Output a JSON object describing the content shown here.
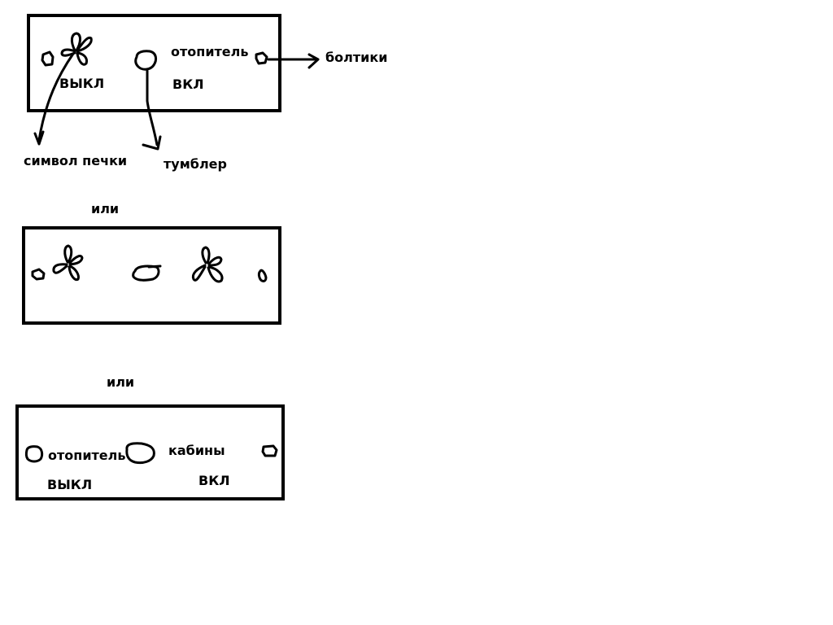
{
  "colors": {
    "ink": "#000000",
    "paper": "#ffffff"
  },
  "panel1": {
    "off_label": "ВЫКЛ",
    "on_label": "ВКЛ",
    "heater_label": "отопитель",
    "annotations": {
      "bolts": "болтики",
      "heater_symbol": "символ печки",
      "toggle": "тумблер"
    },
    "icons": [
      "bolt-icon",
      "fan-icon",
      "toggle-icon",
      "bolt-icon"
    ]
  },
  "separator_1": "или",
  "panel2": {
    "icons": [
      "bolt-icon",
      "fan-icon",
      "toggle-icon",
      "fan-icon",
      "bolt-icon"
    ]
  },
  "separator_2": "или",
  "panel3": {
    "heater_label": "отопитель",
    "cabin_label": "кабины",
    "off_label": "ВЫКЛ",
    "on_label": "ВКЛ",
    "icons": [
      "bolt-icon",
      "toggle-icon",
      "bolt-icon"
    ]
  }
}
